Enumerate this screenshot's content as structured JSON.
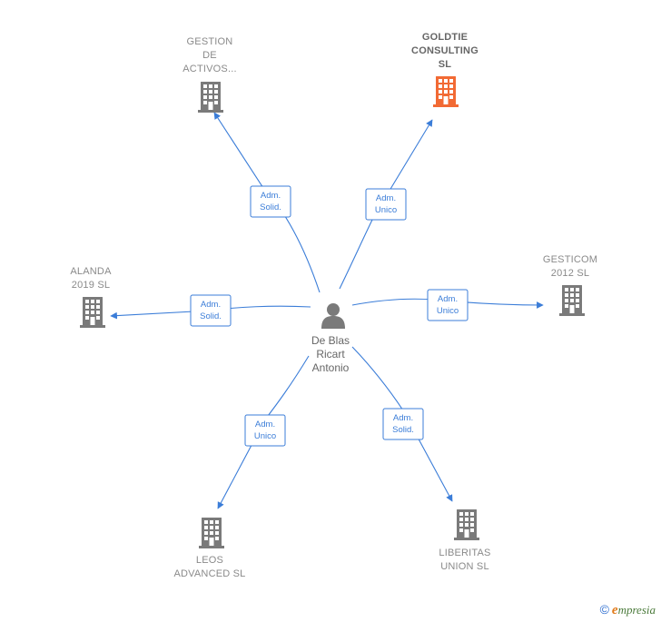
{
  "colors": {
    "accent": "#3b7dd8",
    "building": "#7a7a7a",
    "building_highlight": "#f26a34",
    "person": "#7a7a7a",
    "text": "#8a8a8a"
  },
  "person": {
    "icon": "person-icon",
    "label_lines": [
      "De Blas",
      "Ricart",
      "Antonio"
    ]
  },
  "companies": [
    {
      "id": "gestion",
      "label_lines": [
        "GESTION",
        "DE",
        "ACTIVOS..."
      ],
      "icon": "building-icon",
      "highlight": false,
      "relation": [
        "Adm.",
        "Solid."
      ]
    },
    {
      "id": "goldtie",
      "label_lines": [
        "GOLDTIE",
        "CONSULTING",
        "SL"
      ],
      "icon": "building-icon",
      "highlight": true,
      "relation": [
        "Adm.",
        "Unico"
      ]
    },
    {
      "id": "gesticom",
      "label_lines": [
        "GESTICOM",
        "2012 SL"
      ],
      "icon": "building-icon",
      "highlight": false,
      "relation": [
        "Adm.",
        "Unico"
      ]
    },
    {
      "id": "alanda",
      "label_lines": [
        "ALANDA",
        "2019  SL"
      ],
      "icon": "building-icon",
      "highlight": false,
      "relation": [
        "Adm.",
        "Solid."
      ]
    },
    {
      "id": "leos",
      "label_lines": [
        "LEOS",
        "ADVANCED  SL"
      ],
      "icon": "building-icon",
      "highlight": false,
      "relation": [
        "Adm.",
        "Unico"
      ]
    },
    {
      "id": "liberitas",
      "label_lines": [
        "LIBERITAS",
        "UNION  SL"
      ],
      "icon": "building-icon",
      "highlight": false,
      "relation": [
        "Adm.",
        "Solid."
      ]
    }
  ],
  "copyright": {
    "symbol": "©",
    "brand_initial": "e",
    "brand_rest": "mpresia"
  }
}
